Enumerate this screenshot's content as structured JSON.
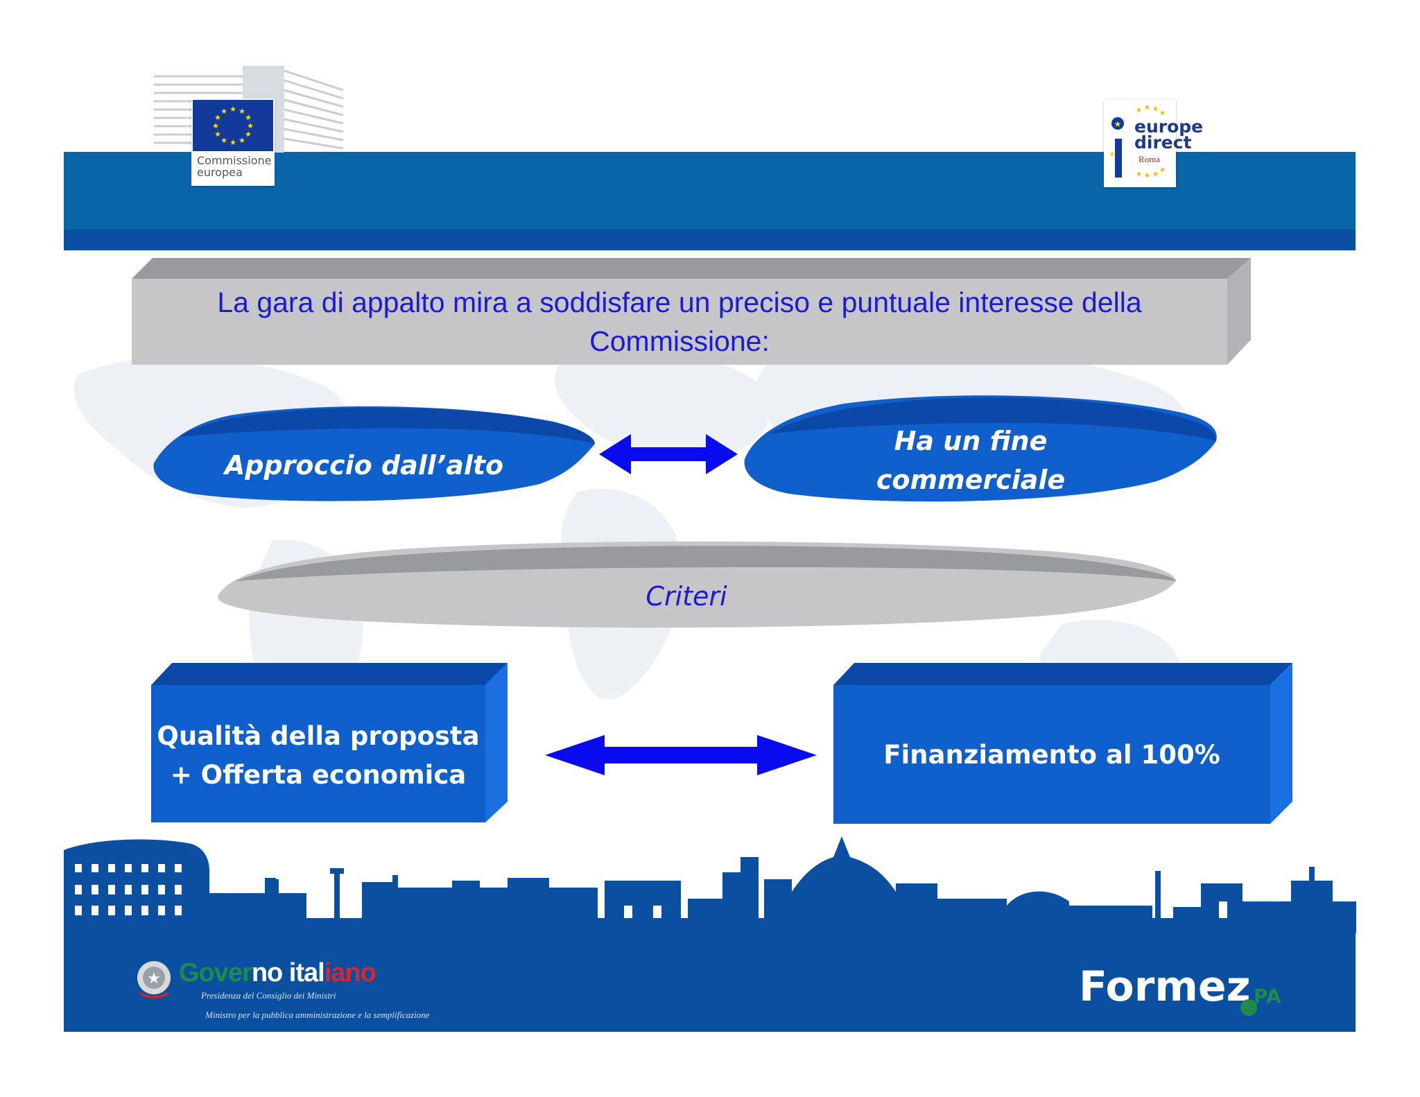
{
  "header": {
    "ec_logo_text": "Commissione europea",
    "europe_direct": {
      "line1": "europe",
      "line2": "direct",
      "line3": "Roma"
    }
  },
  "diagram": {
    "title": "La gara di appalto mira a soddisfare un preciso e puntuale interesse della Commissione:",
    "left_ellipse": "Approccio dall’alto",
    "right_ellipse_line1": "Ha un fine",
    "right_ellipse_line2": "commerciale",
    "center_ellipse": "Criteri",
    "left_box_line1": "Qualità della proposta",
    "left_box_line2": "+ Offerta economica",
    "right_box": "Finanziamento al 100%"
  },
  "footer": {
    "gov_title_part1": "Gover",
    "gov_title_part2": "no ital",
    "gov_title_part3": "iano",
    "gov_sub1": "Presidenza del Consiglio dei Ministri",
    "gov_sub2": "Ministro per la pubblica amministrazione e la semplificazione",
    "formez": "Formez",
    "formez_pa": "PA"
  },
  "colors": {
    "header_blue": "#0a65a8",
    "dark_blue": "#0b50a0",
    "shape_blue": "#0f5fcd",
    "arrow_blue": "#0a0aee",
    "grey_box": "#c6c6c8",
    "title_text": "#1a1ad8"
  }
}
